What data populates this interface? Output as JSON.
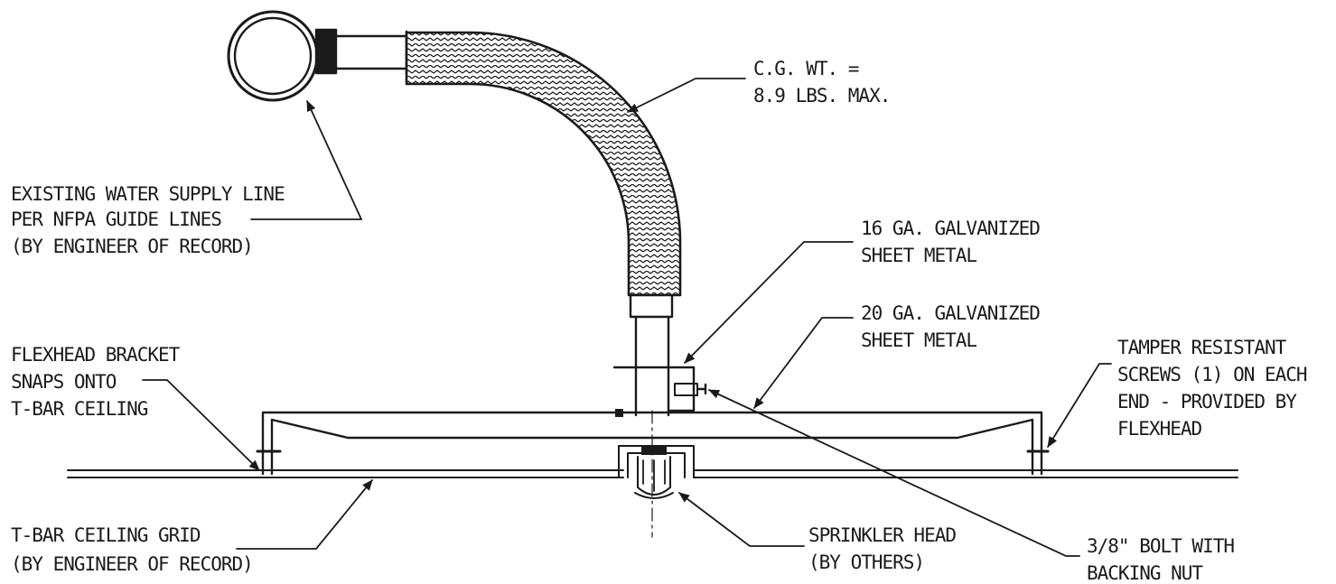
{
  "diagram": {
    "colors": {
      "ink": "#1a1a1a",
      "paper": "#ffffff"
    },
    "labels": {
      "cg_weight": [
        "C.G. WT. =",
        "8.9 LBS. MAX."
      ],
      "water_supply": [
        "EXISTING WATER SUPPLY LINE",
        "PER NFPA GUIDE LINES",
        "(BY ENGINEER OF RECORD)"
      ],
      "sheet_16ga": [
        "16 GA. GALVANIZED",
        "SHEET METAL"
      ],
      "sheet_20ga": [
        "20 GA. GALVANIZED",
        "SHEET METAL"
      ],
      "bracket": [
        "FLEXHEAD BRACKET",
        "SNAPS ONTO",
        "T-BAR CEILING"
      ],
      "tamper_screws": [
        "TAMPER RESISTANT",
        "SCREWS (1) ON EACH",
        "END - PROVIDED BY",
        "FLEXHEAD"
      ],
      "ceiling_grid": [
        "T-BAR CEILING GRID",
        "(BY ENGINEER OF RECORD)"
      ],
      "sprinkler": [
        "SPRINKLER HEAD",
        "(BY OTHERS)"
      ],
      "bolt": [
        "3/8\" BOLT WITH",
        "BACKING NUT"
      ]
    }
  }
}
